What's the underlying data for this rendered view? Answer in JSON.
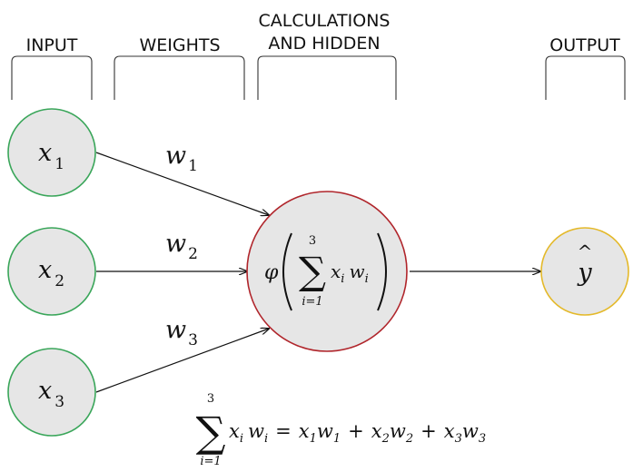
{
  "headers": {
    "input": "INPUT",
    "weights": "WEIGHTS",
    "calc_line1": "CALCULATIONS",
    "calc_line2": "AND HIDDEN",
    "output": "OUTPUT"
  },
  "inputs": [
    {
      "symbol": "x",
      "index": "1"
    },
    {
      "symbol": "x",
      "index": "2"
    },
    {
      "symbol": "x",
      "index": "3"
    }
  ],
  "weights": [
    {
      "symbol": "w",
      "index": "1"
    },
    {
      "symbol": "w",
      "index": "2"
    },
    {
      "symbol": "w",
      "index": "3"
    }
  ],
  "hidden_node": {
    "activation": "φ",
    "sum_symbol": "∑",
    "upper_limit": "3",
    "lower_limit": "i=1",
    "term_x": "x",
    "term_w": "w",
    "term_index": "i"
  },
  "output_node": {
    "symbol": "y",
    "hat": "^"
  },
  "equation": {
    "sum_symbol": "∑",
    "upper_limit": "3",
    "lower_limit": "i=1",
    "lhs_x": "x",
    "lhs_w": "w",
    "lhs_index": "i",
    "equals": "=",
    "plus": "+",
    "terms": [
      {
        "x": "x",
        "w": "w",
        "index": "1"
      },
      {
        "x": "x",
        "w": "w",
        "index": "2"
      },
      {
        "x": "x",
        "w": "w",
        "index": "3"
      }
    ]
  },
  "colors": {
    "input_border": "#3aa65a",
    "hidden_border": "#b0252b",
    "output_border": "#e4b92a",
    "node_fill": "#e6e6e6"
  }
}
